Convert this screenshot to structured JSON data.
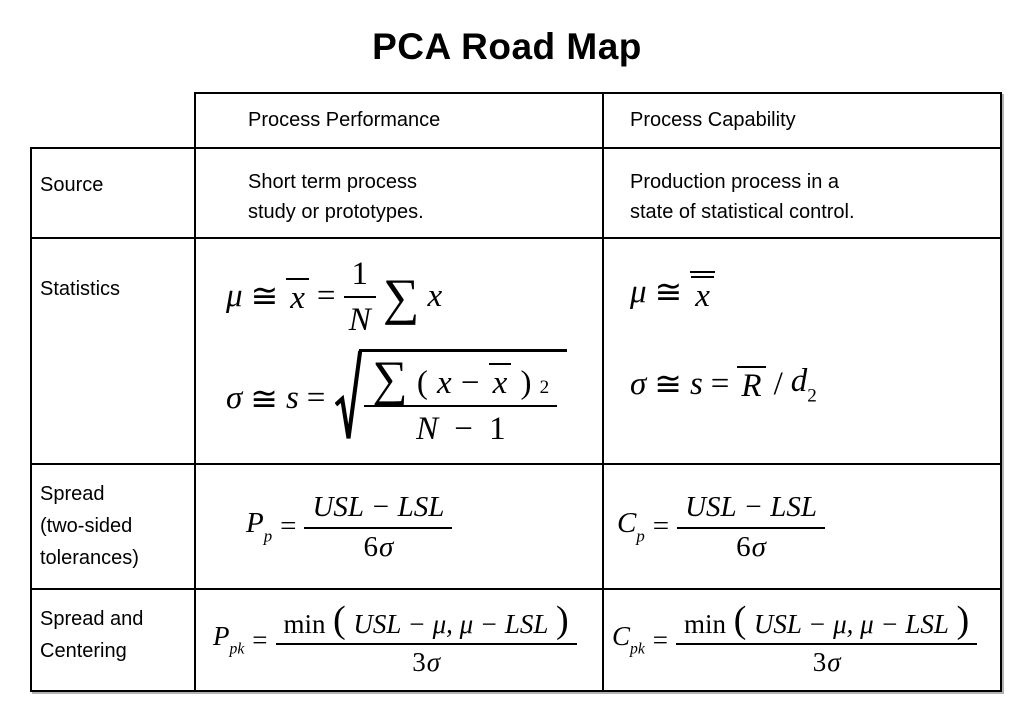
{
  "title": "PCA Road Map",
  "table": {
    "headers": {
      "performance": "Process Performance",
      "capability": "Process Capability"
    },
    "row_labels": {
      "source": "Source",
      "statistics": "Statistics",
      "spread": "Spread\n(two-sided\ntolerances)",
      "spread_centering": "Spread and\nCentering"
    },
    "source": {
      "performance": "Short term process\nstudy or prototypes.",
      "capability": "Production process in a\nstate of statistical control."
    }
  },
  "sym": {
    "mu": "μ",
    "sigma": "σ",
    "approx": "≅",
    "equals": "=",
    "sum": "∑",
    "x": "x",
    "s": "s",
    "one": "1",
    "n": "N",
    "lparen": "(",
    "rparen": ")",
    "minus": "−",
    "sup2": "2",
    "r": "R",
    "slash": "/",
    "d": "d",
    "sub2": "2",
    "p_sym": "P",
    "c_sym": "C",
    "sub_p": "p",
    "sub_pk": "pk",
    "min": "min",
    "six": "6",
    "three": "3"
  },
  "expr": {
    "usl_lsl": "USL − LSL",
    "min_args": "USL − μ, μ − LSL"
  }
}
